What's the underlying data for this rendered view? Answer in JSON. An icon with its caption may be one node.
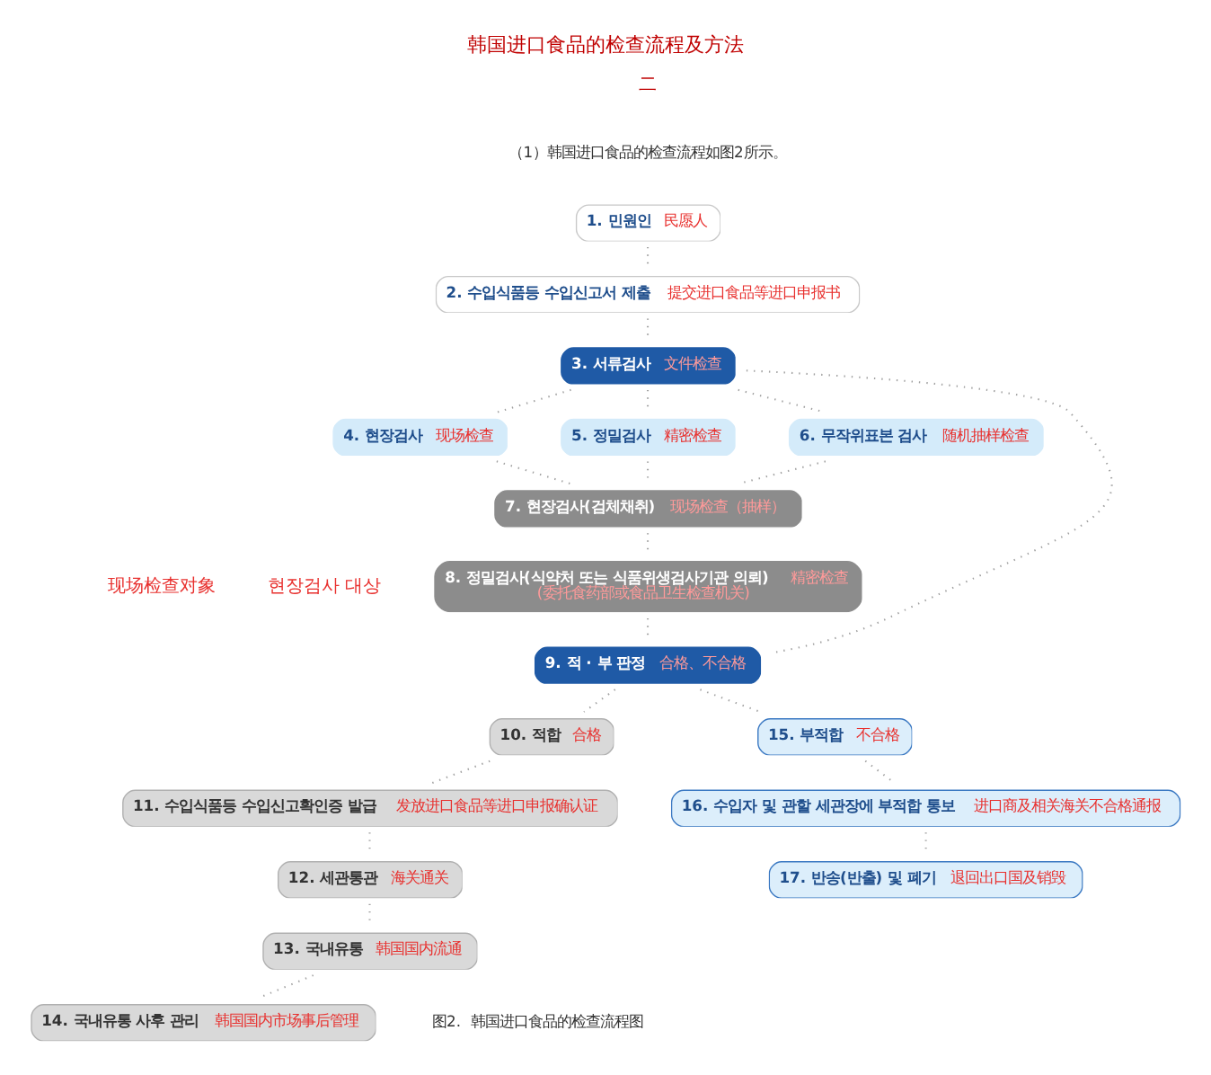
{
  "diagram": {
    "title": "韩国进口食品的检查流程及方法",
    "caption": "图2.  韩国进口食品的检查流程图",
    "nodes": [
      {
        "text": [
          "1. 민원인",
          "民愿人"
        ]
      },
      {
        "text": [
          "2. 수입식품등 수입신고서 제출",
          "提交进口食品等进口申报书"
        ]
      },
      {
        "text": [
          "3. 서류검사",
          "文件检查"
        ]
      },
      {
        "text": [
          "4. 현장검사",
          "现场检查"
        ]
      },
      {
        "text": [
          "5. 정밀검사",
          "精密检查"
        ]
      },
      {
        "text": [
          "6. 무작위표본 검사",
          "随机抽样检查"
        ]
      },
      {
        "text": [
          "7. 현장검사(검체채취)",
          "现场检查（抽样）"
        ]
      },
      {
        "text": [
          "8. 정밀검사(식약처 또는 식품위생검사기관 의뢰)",
          "精密检查",
          "(委托食药部或食品卫生检查机关)"
        ]
      },
      {
        "text": [
          "9. 적 · 부 판정",
          "合格、不合格"
        ]
      },
      {
        "text": [
          "10. 적합",
          "合格"
        ]
      },
      {
        "text": [
          "11. 수입식품등 수입신고확인증 발급",
          "发放进口食品等进口申报确认证"
        ]
      },
      {
        "text": [
          "12. 세관통관",
          "海关通关"
        ]
      },
      {
        "text": [
          "13. 국내유통",
          "韩国国内流通"
        ]
      },
      {
        "text": [
          "14. 국내유통 사후 관리",
          "韩国国内市场事后管理"
        ]
      },
      {
        "text": [
          "15. 부적합",
          "不合格"
        ]
      },
      {
        "text": [
          "16. 수입자 및 관할 세관장에 부적합 통보",
          "进口商及相关海关不合格通报"
        ]
      },
      {
        "text": [
          "17. 반송(반출) 및 폐기",
          "退回出口国及销毁"
        ]
      }
    ],
    "edges": [
      {
        "from": 0,
        "to": 1,
        "arrow": "none"
      },
      {
        "from": 1,
        "to": 2,
        "arrow": "none"
      },
      {
        "from": 2,
        "to": 3,
        "arrow": "none"
      },
      {
        "from": 2,
        "to": 4,
        "arrow": "none"
      },
      {
        "from": 2,
        "to": 5,
        "arrow": "none"
      },
      {
        "from": 3,
        "to": 6,
        "arrow": "none"
      },
      {
        "from": 4,
        "to": 6,
        "arrow": "none"
      },
      {
        "from": 5,
        "to": 6,
        "arrow": "none"
      },
      {
        "from": 6,
        "to": 7,
        "arrow": "none"
      },
      {
        "from": 7,
        "to": 8,
        "arrow": "none"
      },
      {
        "from": 2,
        "to": 8,
        "arrow": "none"
      },
      {
        "from": 8,
        "to": 9,
        "arrow": "none"
      },
      {
        "from": 8,
        "to": 14,
        "arrow": "none"
      },
      {
        "from": 9,
        "to": 10,
        "arrow": "none"
      },
      {
        "from": 10,
        "to": 11,
        "arrow": "none"
      },
      {
        "from": 11,
        "to": 12,
        "arrow": "none"
      },
      {
        "from": 12,
        "to": 13,
        "arrow": "none"
      },
      {
        "from": 14,
        "to": 15,
        "arrow": "none"
      },
      {
        "from": 15,
        "to": 16,
        "arrow": "none"
      }
    ],
    "labels": [
      "二",
      "（1）韩国进口食品的检查流程如图2所示。",
      "现场检查对象",
      "현장검사 대상"
    ]
  }
}
